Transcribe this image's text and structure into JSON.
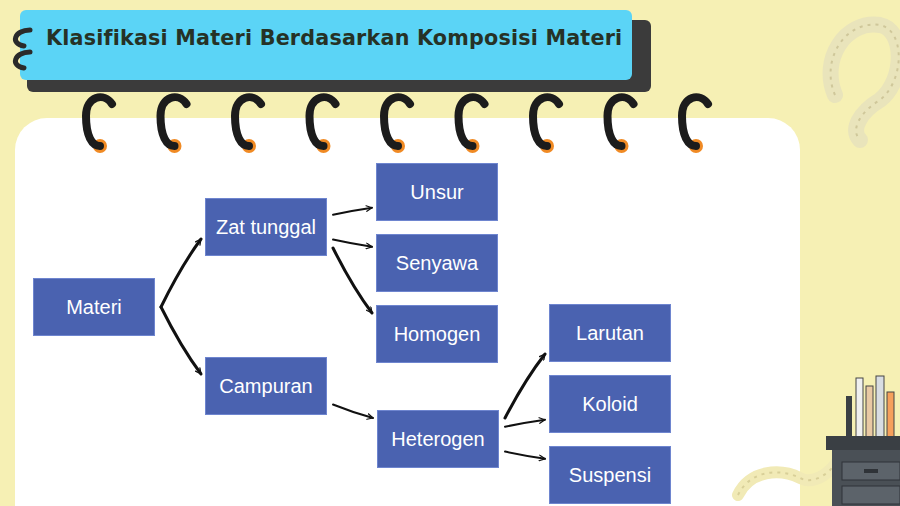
{
  "diagram": {
    "title": "Klasifikasi Materi Berdasarkan Komposisi Materi",
    "nodes": [
      {
        "text": [
          "Materi"
        ]
      },
      {
        "text": [
          "Zat tunggal"
        ]
      },
      {
        "text": [
          "Unsur"
        ]
      },
      {
        "text": [
          "Senyawa"
        ]
      },
      {
        "text": [
          "Homogen"
        ]
      },
      {
        "text": [
          "Campuran"
        ]
      },
      {
        "text": [
          "Heterogen"
        ]
      },
      {
        "text": [
          "Larutan"
        ]
      },
      {
        "text": [
          "Koloid"
        ]
      },
      {
        "text": [
          "Suspensi"
        ]
      }
    ],
    "edges": [
      {
        "from": 0,
        "to": 1,
        "arrow": "to"
      },
      {
        "from": 0,
        "to": 5,
        "arrow": "to"
      },
      {
        "from": 1,
        "to": 2,
        "arrow": "to"
      },
      {
        "from": 1,
        "to": 3,
        "arrow": "to"
      },
      {
        "from": 1,
        "to": 4,
        "arrow": "to"
      },
      {
        "from": 5,
        "to": 6,
        "arrow": "to"
      },
      {
        "from": 6,
        "to": 7,
        "arrow": "to"
      },
      {
        "from": 6,
        "to": 8,
        "arrow": "to"
      },
      {
        "from": 6,
        "to": 9,
        "arrow": "to"
      }
    ]
  }
}
